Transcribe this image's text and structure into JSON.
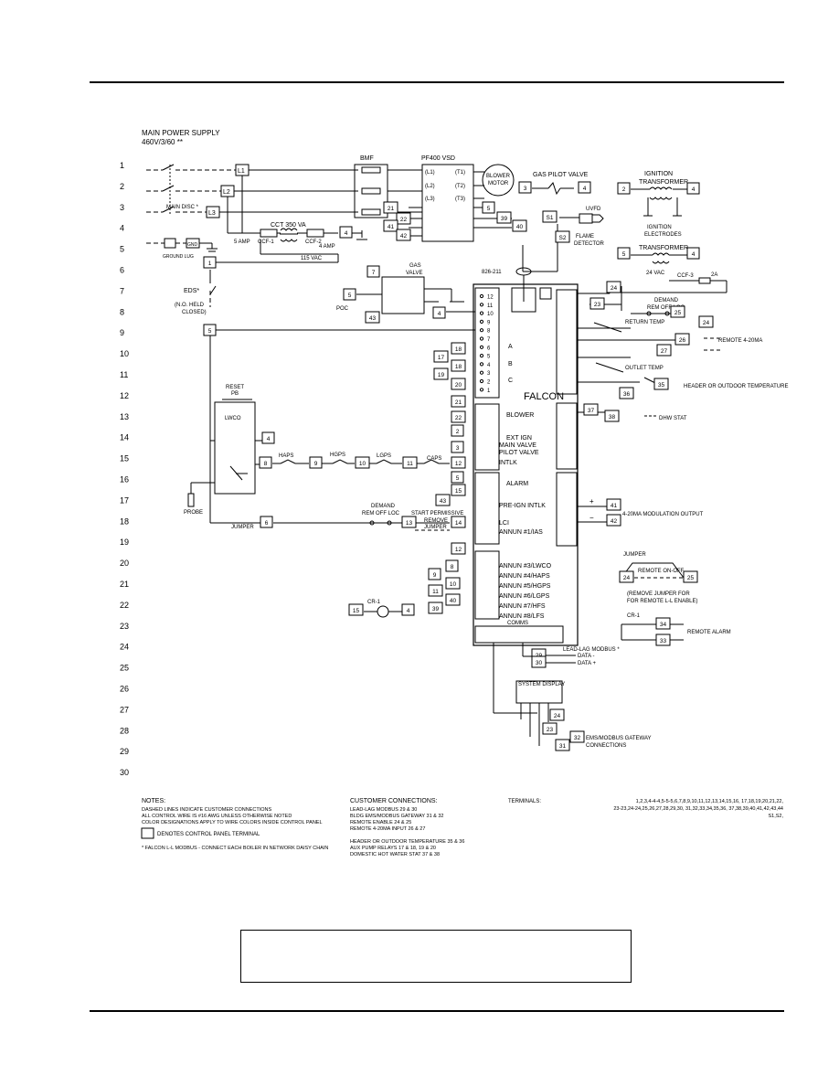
{
  "header": {
    "supply_title": "MAIN POWER SUPPLY",
    "supply_spec": "460V/3/60 **"
  },
  "rows": [
    "1",
    "2",
    "3",
    "4",
    "5",
    "6",
    "7",
    "8",
    "9",
    "10",
    "11",
    "12",
    "13",
    "14",
    "15",
    "16",
    "17",
    "18",
    "19",
    "20",
    "21",
    "22",
    "23",
    "24",
    "25",
    "26",
    "27",
    "28",
    "29",
    "30"
  ],
  "power": {
    "main_disc": "MAIN DISC *",
    "ground_lug": "GROUND LUG",
    "gnd": "GND",
    "lines": [
      "L1",
      "L2",
      "L3"
    ],
    "bmf": "BMF",
    "vsd": "PF400 VSD",
    "vsd_inputs": [
      "(L1)",
      "(L2)",
      "(L3)"
    ],
    "vsd_outputs": [
      "(T1)",
      "(T2)",
      "(T3)"
    ],
    "blower_motor": [
      "BLOWER",
      "MOTOR"
    ],
    "cct": "CCT 350 VA",
    "ccf1": "CCF-1",
    "ccf2": "CCF-2",
    "amp5": "5 AMP",
    "amp4": "4 AMP",
    "vac115": "115 VAC",
    "eds": "EDS*",
    "eds_note": [
      "(N.O. HELD",
      "CLOSED)"
    ]
  },
  "ignition": {
    "gas_pilot_valve": "GAS PILOT VALVE",
    "ign_transformer": [
      "IGNITION",
      "TRANSFORMER"
    ],
    "ign_electrodes": [
      "IGNITION",
      "ELECTRODES"
    ],
    "uvfd": "UVFD",
    "flame_detector": [
      "FLAME",
      "DETECTOR"
    ],
    "transformer": "TRANSFORMER",
    "vac24": "24 VAC",
    "ccf3": "CCF-3",
    "amp2": "2A",
    "cable": "826-211"
  },
  "gas_valve": {
    "label": [
      "GAS",
      "VALVE"
    ],
    "poc": "POC"
  },
  "falcon": {
    "title": "FALCON",
    "j4_labels": [
      "A",
      "B",
      "C"
    ],
    "j5_labels": [
      "BLOWER",
      "EXT IGN",
      "MAIN VALVE",
      "PILOT VALVE",
      "INTLK"
    ],
    "j6_labels": [
      "ALARM",
      "PRE-IGN INTLK",
      "LCI",
      "ANNUN #1/IAS"
    ],
    "j7_labels": [
      "ANNUN #3/LWCO",
      "ANNUN #4/HAPS",
      "ANNUN #5/HGPS",
      "ANNUN #6/LGPS",
      "ANNUN #7/HFS",
      "ANNUN #8/LFS"
    ],
    "j8_labels": [
      "RETURN TEMP",
      "OUTLET TEMP",
      "HEADER OR OUTDOOR TEMPERATURE",
      "REMOTE 4-20MA"
    ],
    "dhw": "DHW STAT",
    "mod_out": "4-20MA MODULATION OUTPUT",
    "comms": "COMMS",
    "lead_lag": "LEAD-LAG MODBUS *",
    "data_minus": "DATA -",
    "data_plus": "DATA +",
    "system_display": "SYSTEM DISPLAY",
    "ems_gateway": [
      "EMS/MODBUS GATEWAY",
      "CONNECTIONS"
    ],
    "demand": "DEMAND",
    "rem_off_loc": "REM OFF LOC",
    "remote_alarm": "REMOTE ALARM",
    "jumper": "JUMPER",
    "remote_onoff": "REMOTE ON-OFF",
    "remove_jumper": [
      "(REMOVE JUMPER FOR",
      "FOR REMOTE L-L ENABLE)"
    ]
  },
  "lwco": {
    "reset": [
      "RESET",
      "PB"
    ],
    "lwco_label": "LWCO",
    "probe": "PROBE",
    "jumper": "JUMPER",
    "switches": [
      "HAPS",
      "HGPS",
      "LGPS",
      "CAPS"
    ],
    "demand": "DEMAND",
    "start_permissive": "START PERMISSIVE",
    "remove_jumper": [
      "REMOVE",
      "JUMPER"
    ]
  },
  "notes": {
    "heading": "NOTES:",
    "lines": [
      "DASHED LINES INDICATE CUSTOMER CONNECTIONS",
      "ALL CONTROL WIRE IS #16 AWG UNLESS OTHERWISE NOTED",
      "COLOR DESIGNATIONS APPLY TO WIRE COLORS INSIDE CONTROL PANEL"
    ],
    "legend": "DENOTES CONTROL PANEL TERMINAL",
    "footnote": "* FALCON L-L MODBUS - CONNECT EACH BOILER IN NETWORK DAISY CHAIN"
  },
  "customer": {
    "heading": "CUSTOMER CONNECTIONS:",
    "lines": [
      "LEAD-LAG MODBUS 29 & 30",
      "BLDG EMS/MODBUS GATEWAY 31 & 32",
      "REMOTE ENABLE 24 & 25",
      "REMOTE 4-20MA INPUT 26 & 27",
      "",
      "HEADER OR OUTDOOR TEMPERATURE 35 & 36",
      "AUX PUMP RELAYS 17 & 18, 19 & 20",
      "DOMESTIC HOT WATER STAT 37 & 38"
    ]
  },
  "terminals": {
    "heading": "TERMINALS:",
    "line1": "1,2,3,4-4-4,5-5-5,6,7,8,9,10,11,12,13,14,15,16, 17,18,19,20,21,22,",
    "line2": "23-23,24-24,25,26,27,28,29,30, 31,32,33,34,35,36, 37,38,39,40,41,42,43,44",
    "line3": "S1,S2,"
  },
  "terminal_numbers": [
    "1",
    "2",
    "3",
    "4",
    "5",
    "6",
    "7",
    "8",
    "9",
    "10",
    "11",
    "12",
    "13",
    "14",
    "15",
    "16",
    "17",
    "18",
    "19",
    "20",
    "21",
    "22",
    "23",
    "24",
    "25",
    "26",
    "27",
    "28",
    "29",
    "30",
    "31",
    "32",
    "33",
    "34",
    "35",
    "36",
    "37",
    "38",
    "39",
    "40",
    "41",
    "42",
    "43",
    "S1",
    "S2"
  ]
}
